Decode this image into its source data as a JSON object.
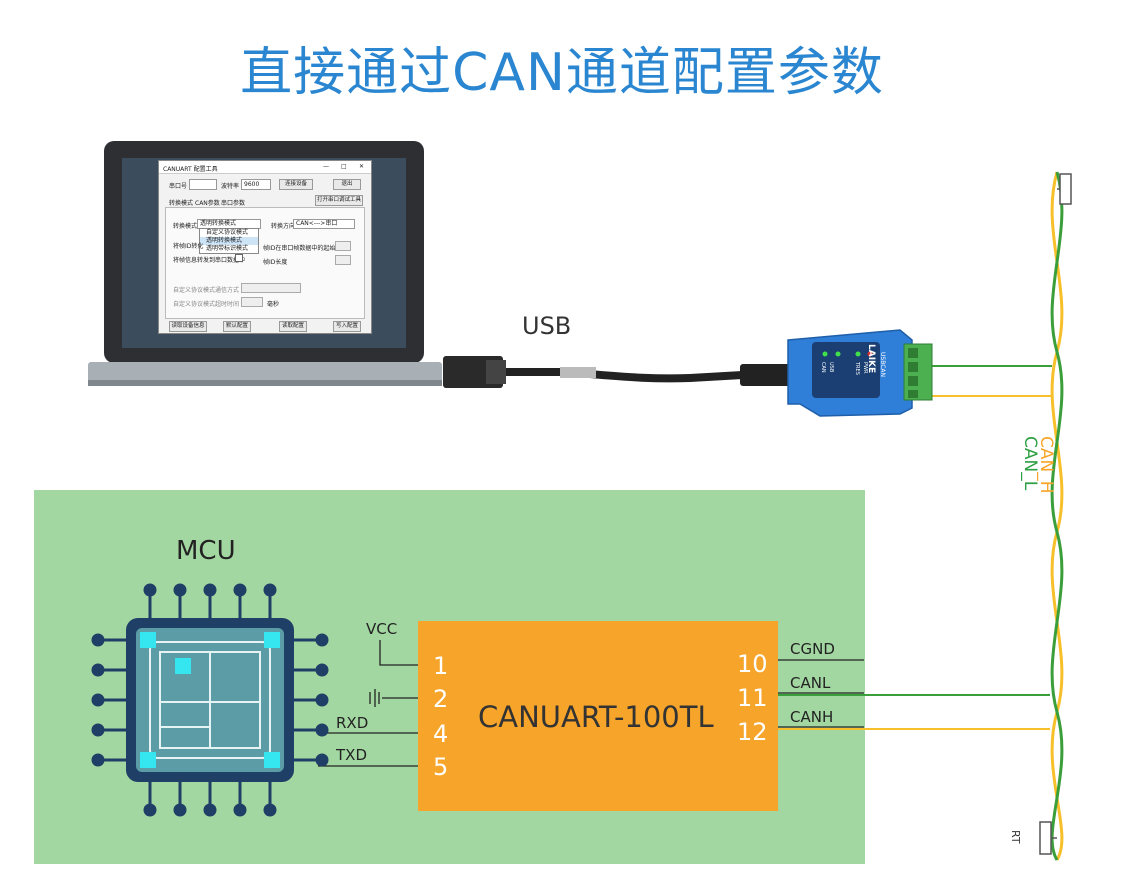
{
  "title": "直接通过CAN通道配置参数",
  "usb_label": "USB",
  "mcu_label": "MCU",
  "module": {
    "name": "CANUART-100TL",
    "left_pins": [
      "1",
      "2",
      "4",
      "5"
    ],
    "right_pins": [
      "10",
      "11",
      "12"
    ],
    "vcc": "VCC",
    "rxd": "RXD",
    "txd": "TXD",
    "cgnd": "CGND",
    "canl": "CANL",
    "canh": "CANH"
  },
  "bus": {
    "can_h": "CAN_H",
    "can_l": "CAN_L",
    "terminator": "RT"
  },
  "adapter": {
    "brand": "LAIKE",
    "model": "USBCAN",
    "leds": [
      "CAN",
      "USB",
      "TRES",
      "PWR"
    ]
  },
  "app": {
    "window_title": "CANUART 配置工具",
    "port_label": "串口号",
    "baud_label": "波特率",
    "baud_value": "9600",
    "connect_btn": "连接设备",
    "exit_btn": "退出",
    "tabs": [
      "转换模式",
      "CAN参数",
      "串口参数"
    ],
    "open_tool_btn": "打开串口调试工具",
    "mode_label": "转换模式",
    "mode_value": "透明转换模式",
    "options": [
      "自定义协议模式",
      "透明转换模式",
      "透明带标识模式"
    ],
    "direction_label": "转换方向",
    "direction_value": "CAN<--->串口",
    "id_label": "将帧ID转化",
    "frame_info_label": "将帧信息转发到串口数据中",
    "id_offset_label": "帧ID在串口帧数据中的起始位置",
    "id_length_label": "帧ID长度",
    "proto_mode_label": "自定义协议模式通信方式",
    "proto_timeout_label": "自定义协议模式超时时间",
    "unit": "毫秒",
    "bottom_btns": [
      "读取设备信息",
      "默认配置",
      "读取配置",
      "写入配置"
    ],
    "win_controls": [
      "—",
      "□",
      "✕"
    ]
  }
}
